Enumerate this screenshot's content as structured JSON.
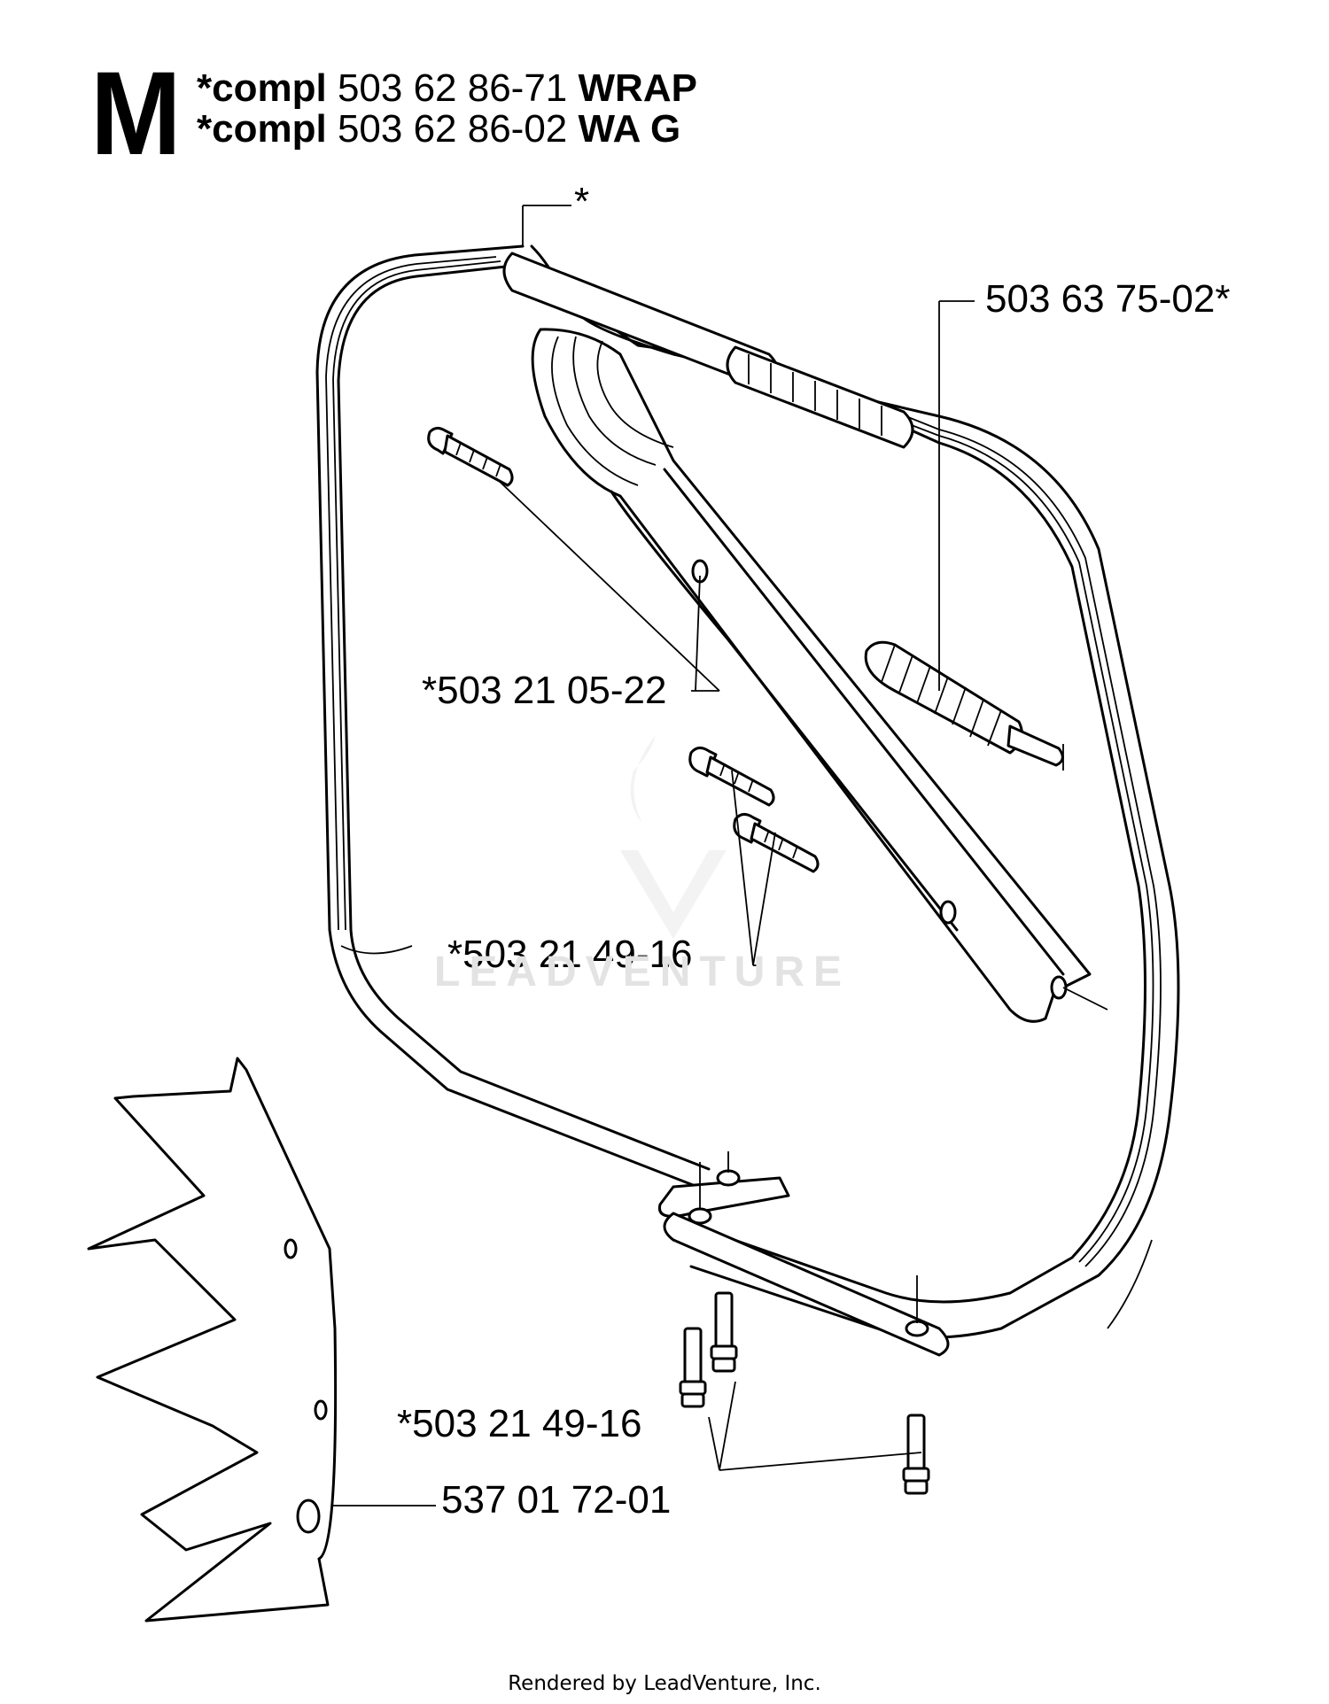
{
  "header": {
    "section_letter": "M",
    "lines": [
      {
        "prefix": "*compl",
        "part": "503 62 86-71",
        "suffix": "WRAP"
      },
      {
        "prefix": "*compl",
        "part": "503 62 86-02",
        "suffix": "WA G"
      }
    ]
  },
  "callouts": {
    "top_asterisk": "*",
    "damper_top": "503 63 75-02*",
    "screw_upper": "*503 21 05-22",
    "screw_middle": "*503 21 49-16",
    "screw_lower": "*503 21 49-16",
    "guard_plate": "537 01 72-01"
  },
  "watermark": "LEADVENTURE",
  "footer": "Rendered by LeadVenture, Inc."
}
